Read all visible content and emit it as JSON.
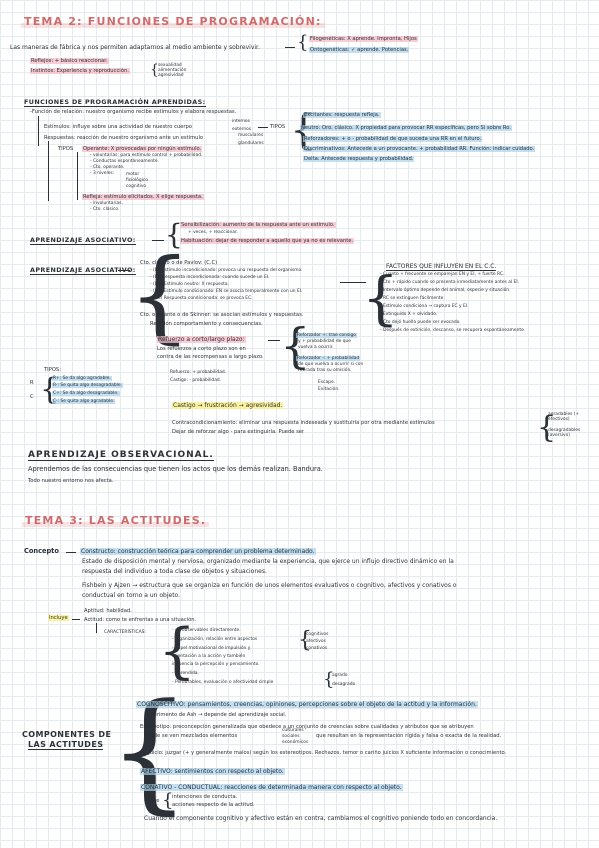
{
  "tema2": {
    "title": "TEMA 2: FUNCIONES DE PROGRAMACIÓN:",
    "intro": "Las maneras de fábrica y nos permiten adaptarnos al medio ambiente y sobrevivir.",
    "filo": "Filogenéticas: X aprende. Impronta, Hijos",
    "onto": "Ontogenéticas: ✓ aprende. Potencias.",
    "reflejos": "Reflejos: + básico reaccionar.",
    "instintos": "Instintos: Experiencia y reproducción.",
    "instintos_sub": [
      "sexualidad",
      "alimentación",
      "agresividad"
    ],
    "func_head": "FUNCIONES DE PROGRAMACIÓN APRENDIDAS:",
    "func_def": "-Función de relación: nuestro organismo recibe estímulos y elabora respuestas.",
    "estimulos": "Estímulos: influye sobre una actividad de nuestro cuerpo",
    "estimulos_sub": [
      "internos",
      "externos"
    ],
    "respuestas": "Respuestas: reacción de nuestro organismo ante un estímulo",
    "respuestas_sub": [
      "musculares",
      "glandulares"
    ],
    "tipos_label": "TIPOS",
    "tipos_right": [
      "Excitantes: respuesta refleja.",
      "Neutro: Oro. clásico. X propiedad para provocar RR específicas, pero Sí sobre Ro.",
      "Reforzadores: + o - probabilidad de que suceda una RR en el futuro.",
      "Discriminativos: Antecede a un provocante. + probabilidad RR. Función: indicar cuidado.",
      "Delta: Antecede respuesta y probabilidad."
    ],
    "tipos_left_label": "TIPOS",
    "operante": "Operante: X provocadas por ningún estímulo.",
    "operante_sub": [
      "- voluntarias: para estímulo control + probabilidad.",
      "- Conductas espontáneamente.",
      "- Cto. operante.",
      "- 3 niveles:"
    ],
    "niveles": [
      "motor",
      "fisiológico",
      "cognitivo"
    ],
    "refleja": "Refleja: estímulo elicitados. X elige respuesta.",
    "refleja_sub": [
      "- involuntarias.",
      "- Cto. clásico."
    ],
    "asoc_head": "APRENDIZAJE ASOCIATIVO:",
    "sensibilizacion": "Sensibilización: aumento de la respuesta ante un estímulo.",
    "sens_sub": "+ veces, + reaccionar.",
    "habituacion": "Habituación: dejar de responder a aquello que ya no es relevante.",
    "asoc2_head": "APRENDIZAJE ASOCIATIVO:",
    "pavlov": "Cto. clásico o de Pavlov: (C.C)",
    "pavlov_items": [
      "- (EI) Estímulo incondicionado: provoca una respuesta del organismo.",
      "- (RI) Respuesta incondicionada: cuando sucede un EI.",
      "- (EN) Estímulo neutro: X respuesta.",
      "- (EC) Estímulo condicionado: EN se asocia temporalmente con un EI.",
      "- (RC) Respuesta condicionada: se provoca EC."
    ],
    "skinner": "Cto. operante o de Skinner: se asocian estímulos y respuestas.",
    "skinner_sub": "Relación comportamiento y consecuencias.",
    "factores_head": "FACTORES QUE INFLUYEN EN EL C.C.",
    "factores": [
      "- Cuanto + frecuente se emparejan EN y EI, + fuerte RC.",
      "- Cto + rápido cuando se presenta inmediatamente antes al EI.",
      "- Intervalo óptimo depende del animal, especie y situación.",
      "- RC se extinguen fácilmente.",
      "- Estímulo condiciona → captura EC y EI.",
      "- Extinguido X + olvidado.",
      "- Cto dejó huella puede ser evocado.",
      "- Después de extinción, descanso, se recupera espontáneamente."
    ],
    "refuerzo": "Refuerzo a corto/largo plazo:",
    "refuerzo_sub": [
      "Los refuerzos a corto plazo son en",
      "contra de las recompensas a largo plazo."
    ],
    "ref_pos": "Reforzador +: trae consigo",
    "ref_pos_sub": [
      "y + probabilidad de que",
      "vuelva a ocurrir."
    ],
    "ref_neg": "Reforzador -: + probabilidad",
    "ref_neg_sub": [
      "de que vuelva a ocurrir si con",
      "retirada tras su omisión."
    ],
    "escape": [
      "Escape.",
      "Evitación."
    ],
    "tipos2_label": "TIPOS:",
    "tipos2": [
      "R+: Se da algo agradable.",
      "R-: Se quita algo desagradable.",
      "C+: Se da algo desagradable.",
      "C-: Se quita algo agradable."
    ],
    "tipos2_rc": [
      "R",
      "C"
    ],
    "refuerzo_prob": [
      "Refuerzo: + probabilidad.",
      "Castigo: - probabilidad."
    ],
    "castigo": "Castigo → frustración → agresividad.",
    "contra": "Contracondicionamiento: eliminar una respuesta indeseada y sustituirla por otra mediante estímulos",
    "contra2": "Dejar de reforzar algo - para extinguirla. Puede ser",
    "contra_opts": [
      "agradables (+ efectivos)",
      "desagradables (aversivo)"
    ],
    "obs_head": "APRENDIZAJE OBSERVACIONAL.",
    "obs_text": "Aprendemos de las consecuencias que tienen los actos que los demás realizan. Bandura.",
    "obs_text2": "Todo nuestro entorno nos afecta."
  },
  "tema3": {
    "title": "TEMA 3: LAS ACTITUDES.",
    "concepto": "Concepto",
    "concepto_def": "Constructo: construcción teórica para comprender un problema determinado.",
    "concepto_l2": "Estado de disposición mental y nerviosa, organizado mediante la experiencia, que ejerce un influjo directivo dinámico en la",
    "concepto_l3": "respuesta del individuo a toda clase de objetos y situaciones.",
    "fishbein": "Fishbein y Ajzen → estructura que se organiza en función de unos elementos evaluativos o cognitivo, afectivos y conativos o",
    "fishbein2": "conductual en torno a un objeto.",
    "incluye": "Incluye",
    "aptitud": "Aptitud: habilidad.",
    "actitud": "Actitud: como te enfrentas a una situación.",
    "caract_label": "CARACTERÍSTICAS:",
    "caract": [
      "- no observables directamente.",
      "- organización, relación entre aspectos",
      "- papel motivacional de impulsión y",
      "  orientación a la acción y también",
      "  influencia la percepción y pensamiento.",
      "- Aprendida.",
      "- Perdurables, evaluación o afectividad simple"
    ],
    "aspectos": [
      "cognitivos",
      "afectivos",
      "conativos"
    ],
    "afect_opts": [
      "agrado",
      "desagrado"
    ],
    "comp_head": [
      "COMPONENTES DE",
      "LAS ACTITUDES"
    ],
    "cognoscitivo": "COGNOSCITIVO: pensamientos, creencias, opiniones, percepciones sobre el objeto de la actitud y la información.",
    "asch": "Experimento de Ash → depende del aprendizaje social.",
    "estereotipo": "Estereotipo: preconcepción generalizada que obedece a un conjunto de creencias sobre cualidades y atributos que se atribuyen",
    "estereotipo2": "donde se ven mezclados elementos",
    "estereotipo_opts": [
      "culturales",
      "sociales",
      "económicos"
    ],
    "estereotipo3": "que resultan en la representación rígida y falsa o exacta de la realidad.",
    "prejuicio": "Prejuicio: juzgar (+ y generalmente malos) según los estereotipos. Rechazos, temor o cariño juicios X suficiente información o conocimiento.",
    "afectivo": "AFECTIVO: sentimientos con respecto al objeto.",
    "conativo": "CONATIVO - CONDUCTUAL: reacciones de determinada manera con respecto al objeto.",
    "cubre_label": "Cubre",
    "cubre": [
      "intenciones de conducta.",
      "acciones respecto de la actitud."
    ],
    "final": "Cuando el componente cognitivo y afectivo están en contra, cambiamos el cognitivo poniendo todo en concordancia."
  }
}
